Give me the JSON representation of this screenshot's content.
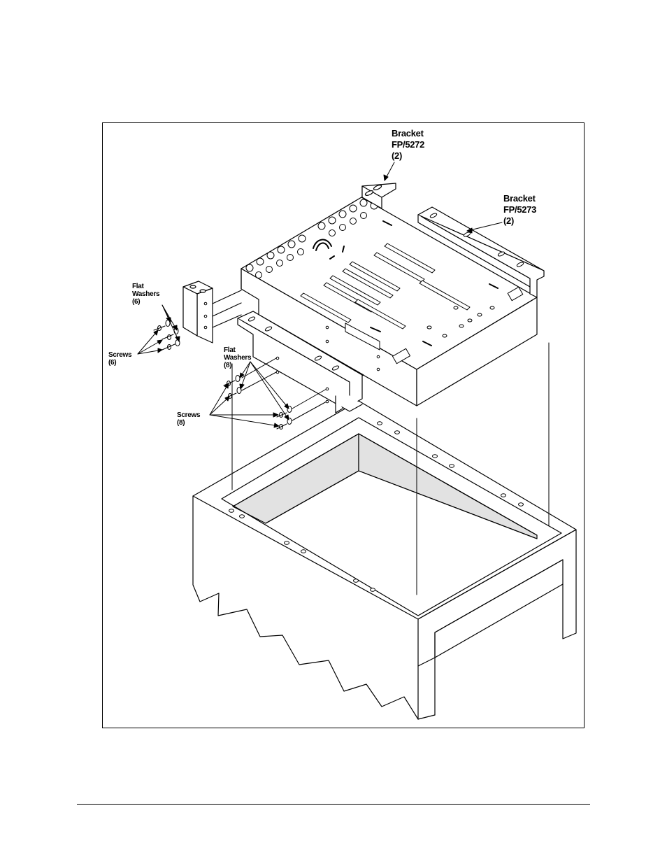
{
  "labels": {
    "bracket_5272": [
      "Bracket",
      "FP/5272",
      "(2)"
    ],
    "bracket_5273": [
      "Bracket",
      "FP/5273",
      "(2)"
    ],
    "washers_left": [
      "Flat",
      "Washers",
      "(6)"
    ],
    "screws_left": [
      "Screws",
      "(6)"
    ],
    "washers_right": [
      "Flat",
      "Washers",
      "(8)"
    ],
    "screws_right": [
      "Screws",
      "(8)"
    ]
  },
  "colors": {
    "line": "#000000",
    "interior_shade": "#e2e2e2",
    "background": "#ffffff"
  }
}
